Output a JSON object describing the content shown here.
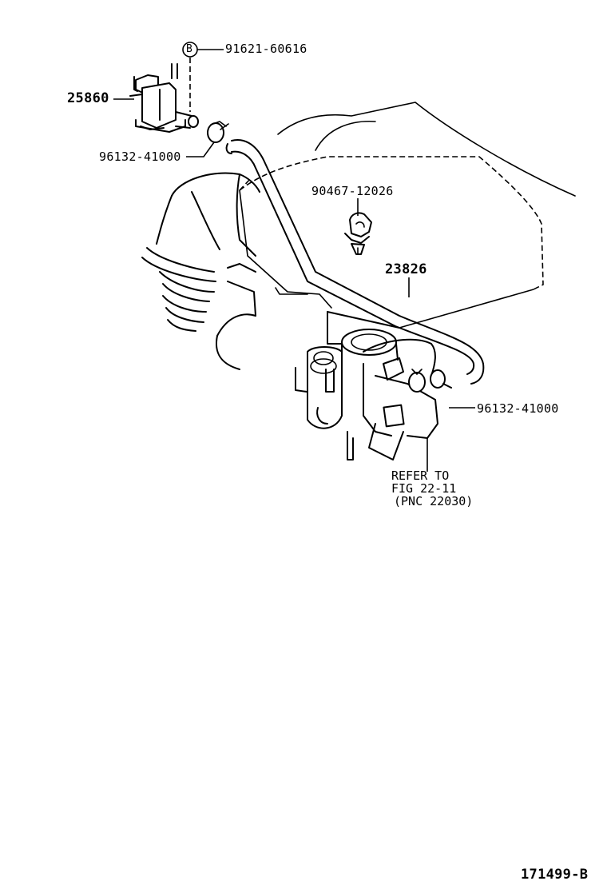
{
  "callouts": {
    "b_marker": "B",
    "b_part": "91621-60616",
    "vsv_part": "25860",
    "clamp_upper": "96132-41000",
    "clip_part": "90467-12026",
    "hose_part": "23826",
    "clamp_lower": "96132-41000"
  },
  "reference_note": {
    "line1": "REFER TO",
    "line2": "FIG 22-11",
    "line3": "(PNC 22030)"
  },
  "figure_id": "171499-B"
}
